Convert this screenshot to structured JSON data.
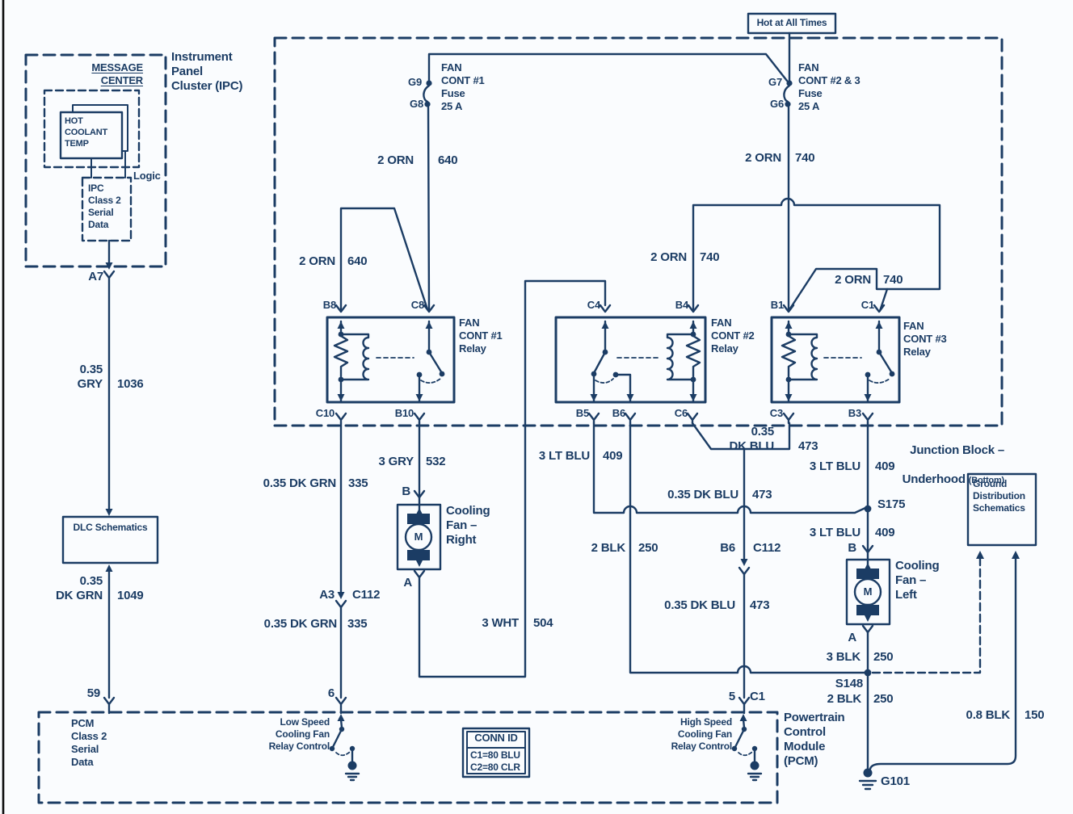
{
  "colors": {
    "ink": "#1b3c64",
    "paper": "#fafcfe"
  },
  "ipc": {
    "title": "Instrument\nPanel\nCluster (IPC)",
    "message_center": "MESSAGE\nCENTER",
    "hot_coolant": "HOT\nCOOLANT\nTEMP",
    "logic": "Logic",
    "serial": "IPC\nClass 2\nSerial\nData",
    "a7": "A7"
  },
  "left_path": {
    "gry_gauge": "0.35\nGRY",
    "gry_ckt": "1036",
    "dlc": "DLC Schematics",
    "dkgrn_gauge": "0.35\nDK GRN",
    "dkgrn_ckt": "1049"
  },
  "power": {
    "hot": "Hot at All Times",
    "fuse1": {
      "g_top": "G9",
      "g_bot": "G8",
      "label": "FAN\nCONT #1\nFuse\n25 A"
    },
    "fuse2": {
      "g_top": "G7",
      "g_bot": "G6",
      "label": "FAN\nCONT #2 & 3\nFuse\n25 A"
    },
    "orn640_fuse": {
      "t": "2 ORN",
      "c": "640"
    },
    "orn640_b8": {
      "t": "2 ORN",
      "c": "640"
    },
    "orn740_fuse": {
      "t": "2 ORN",
      "c": "740"
    },
    "orn740_b4": {
      "t": "2 ORN",
      "c": "740"
    },
    "orn740_c1": {
      "t": "2 ORN",
      "c": "740"
    }
  },
  "junction_block": {
    "line1": "Junction Block –",
    "line2": "Underhood",
    "line2_small": "(Bottom)"
  },
  "relays": {
    "r1": {
      "name": "FAN\nCONT #1\nRelay",
      "tl": "B8",
      "tr": "C8",
      "bl": "C10",
      "br": "B10"
    },
    "r2": {
      "name": "FAN\nCONT #2\nRelay",
      "tl": "C4",
      "tr": "B4",
      "b1": "B5",
      "b2": "B6",
      "b3": "C6"
    },
    "r3": {
      "name": "FAN\nCONT #3\nRelay",
      "tl": "B1",
      "tr": "C1",
      "bl": "C3",
      "br": "B3"
    }
  },
  "wires": {
    "gry532": {
      "t": "3 GRY",
      "c": "532"
    },
    "dkgrn335_upper": {
      "t": "0.35 DK GRN",
      "c": "335"
    },
    "dkgrn335_lower": {
      "t": "0.35 DK GRN",
      "c": "335"
    },
    "ltblu409_b5": {
      "t": "3 LT BLU",
      "c": "409"
    },
    "ltblu409_upper": {
      "t": "3 LT BLU",
      "c": "409"
    },
    "ltblu409_lower": {
      "t": "3 LT BLU",
      "c": "409"
    },
    "blk250_b6": {
      "t": "2 BLK",
      "c": "250"
    },
    "blk250_fan": {
      "t": "3 BLK",
      "c": "250"
    },
    "blk250_g101": {
      "t": "2 BLK",
      "c": "250"
    },
    "dkblu473_c3": {
      "t": "0.35\nDK BLU",
      "c": "473"
    },
    "dkblu473_mid": {
      "t": "0.35 DK BLU",
      "c": "473"
    },
    "dkblu473_lower": {
      "t": "0.35 DK BLU",
      "c": "473"
    },
    "wht504": {
      "t": "3 WHT",
      "c": "504"
    },
    "blk150": {
      "t": "0.8 BLK",
      "c": "150"
    }
  },
  "connectors": {
    "c112_left_pin": "A3",
    "c112_left": "C112",
    "c112_mid_pin": "B6",
    "c112_mid": "C112",
    "s175": "S175",
    "s148": "S148",
    "g101": "G101"
  },
  "fans": {
    "right": {
      "b": "B",
      "a": "A",
      "m": "M",
      "label": "Cooling\nFan –\nRight"
    },
    "left": {
      "b": "B",
      "a": "A",
      "m": "M",
      "label": "Cooling\nFan –\nLeft"
    }
  },
  "ground_dist": {
    "label": "Ground\nDistribution\nSchematics"
  },
  "pcm": {
    "serial": "PCM\nClass 2\nSerial\nData",
    "low": "Low Speed\nCooling Fan\nRelay Control",
    "high": "High Speed\nCooling Fan\nRelay Control",
    "title": "Powertrain\nControl\nModule\n(PCM)",
    "t59": "59",
    "t6": "6",
    "t5": "5",
    "t5_conn": "C1",
    "conn_id": {
      "title": "CONN ID",
      "c1": "C1=80 BLU",
      "c2": "C2=80 CLR"
    }
  }
}
